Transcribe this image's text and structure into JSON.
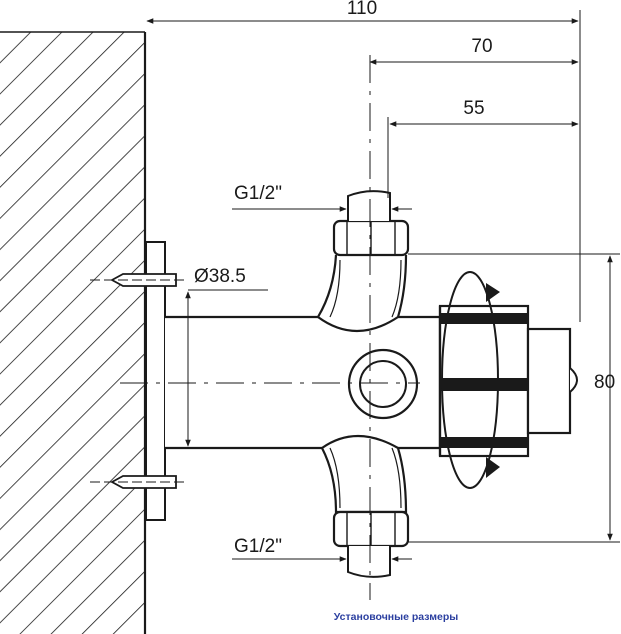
{
  "diagram": {
    "dimensions": {
      "overall_length": "110",
      "mid_length": "70",
      "short_length": "55",
      "height": "80",
      "diameter": "Ø38.5",
      "top_thread": "G1/2\"",
      "bottom_thread": "G1/2\""
    },
    "caption": "Установочные размеры"
  }
}
